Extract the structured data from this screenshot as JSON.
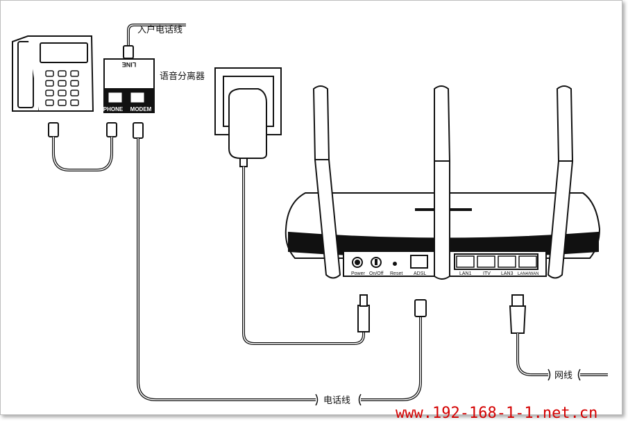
{
  "labels": {
    "incoming_line": "入户电话线",
    "splitter": "语音分离器",
    "phone_cable": "电话线",
    "network_cable": "网线"
  },
  "splitter_ports": {
    "line": "LINE",
    "phone": "PHONE",
    "modem": "MODEM"
  },
  "router_ports": {
    "power": "Power",
    "on_off": "On/Off",
    "reset": "Reset",
    "adsl": "ADSL",
    "lan1": "LAN1",
    "itv": "ITV",
    "lan3": "LAN3",
    "lan4_wan": "LAN4/WAN"
  },
  "watermark": "www.192-168-1-1.net.cn",
  "colors": {
    "watermark": "#d40000",
    "line": "#111111"
  }
}
